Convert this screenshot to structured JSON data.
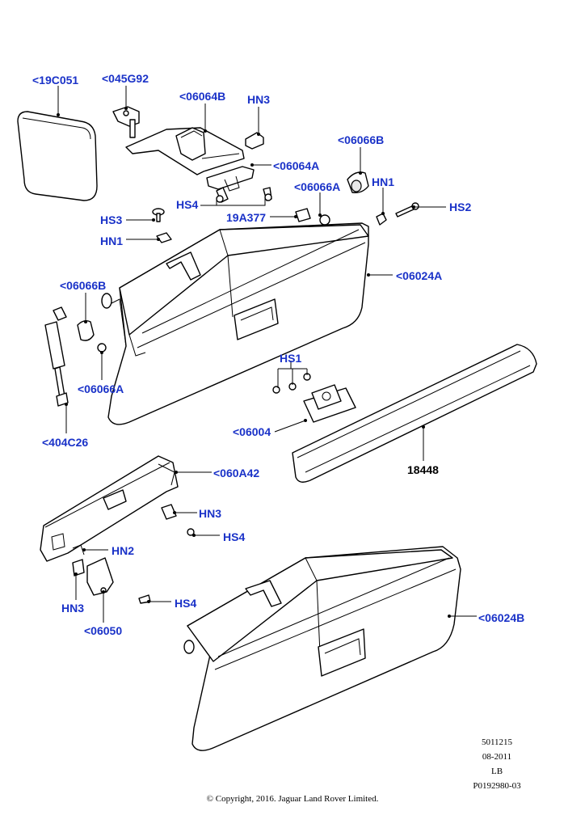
{
  "labels": {
    "c19C051": "<19C051",
    "c045G92": "<045G92",
    "c06064B": "<06064B",
    "hn3_top": "HN3",
    "c06064A": "<06064A",
    "c06066B_top": "<06066B",
    "hn1_right": "HN1",
    "hs4_top": "HS4",
    "c06066A_top": "<06066A",
    "c19A377": "19A377",
    "hs2": "HS2",
    "hs3": "HS3",
    "hn1_left": "HN1",
    "c06024A": "<06024A",
    "c06066B_left": "<06066B",
    "c06066A_left": "<06066A",
    "hs1": "HS1",
    "c404C26": "<404C26",
    "c06004": "<06004",
    "c18448": "18448",
    "c060A42": "<060A42",
    "hn3_mid": "HN3",
    "hs4_mid": "HS4",
    "hn2": "HN2",
    "hs4_low": "HS4",
    "hn3_low": "HN3",
    "c06050": "<06050",
    "c06024B": "<06024B"
  },
  "meta": {
    "code": "5011215",
    "date": "08-2011",
    "region": "LB",
    "ref": "P0192980-03"
  },
  "copyright": "© Copyright, 2016. Jaguar Land Rover Limited.",
  "colors": {
    "callout": "#1a32c8",
    "line": "#000000"
  }
}
